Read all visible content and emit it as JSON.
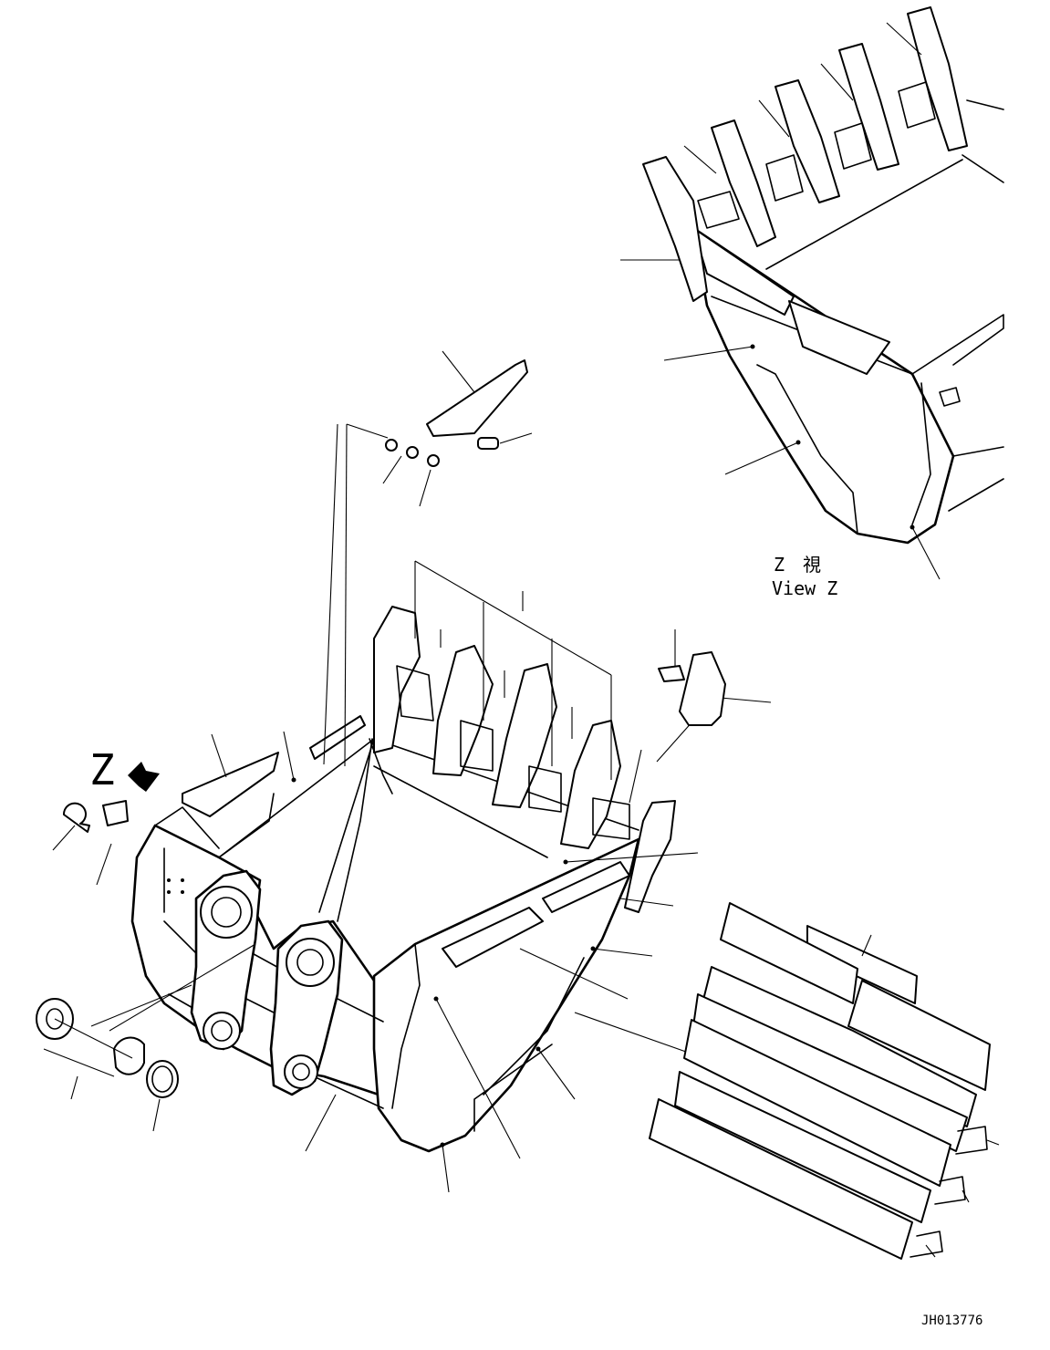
{
  "view": {
    "arrow_letter": "Z",
    "caption_jp": "Z　視",
    "caption_en": "View Z"
  },
  "drawing_number": "JH013776"
}
